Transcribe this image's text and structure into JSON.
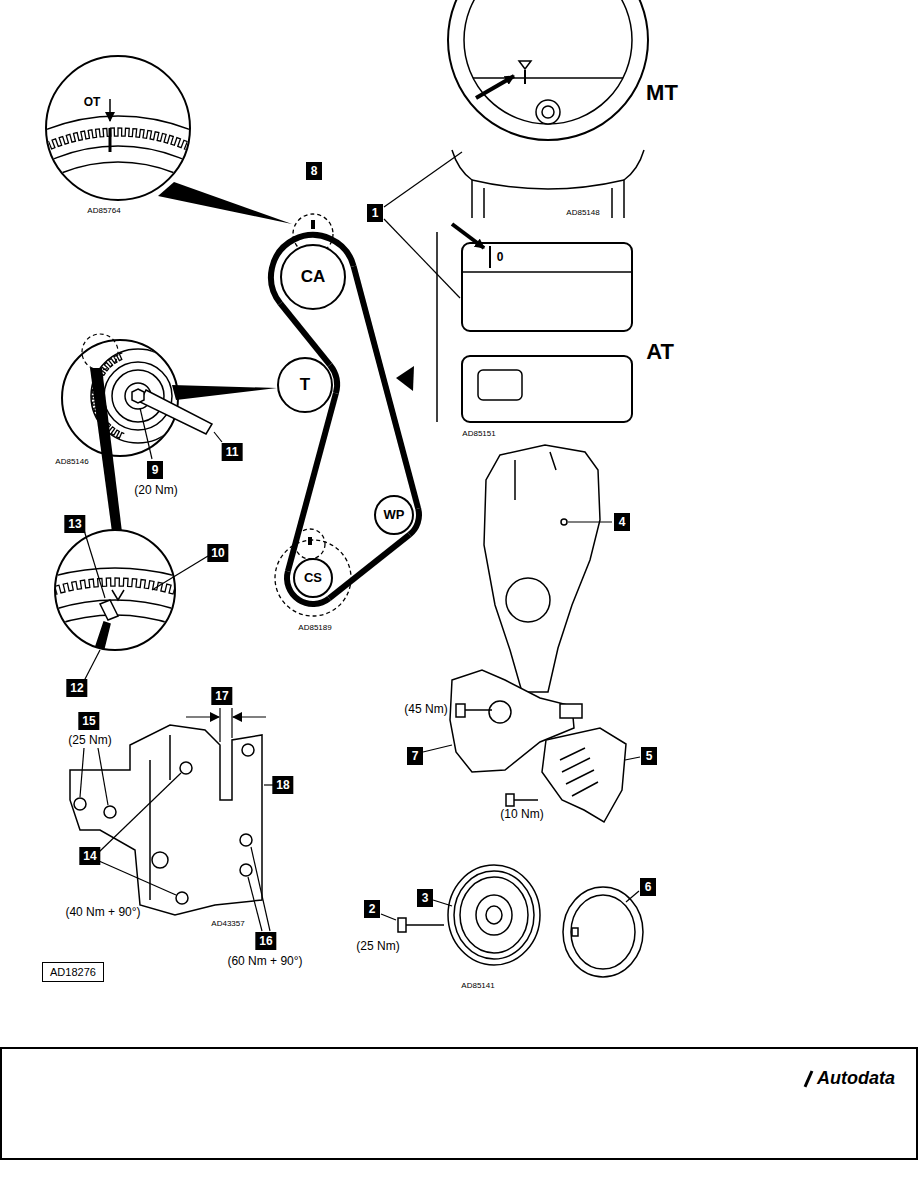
{
  "diagram": {
    "nodes": [
      {
        "text": [
          "CA"
        ]
      },
      {
        "text": [
          "T"
        ]
      },
      {
        "text": [
          "WP"
        ]
      },
      {
        "text": [
          "CS"
        ]
      },
      {
        "text": [
          "AD18276"
        ]
      },
      {
        "text": [
          "Autodata"
        ]
      }
    ],
    "edges": [
      {
        "from": 0,
        "to": 2,
        "arrow": "none"
      },
      {
        "from": 2,
        "to": 3,
        "arrow": "none"
      },
      {
        "from": 3,
        "to": 1,
        "arrow": "none"
      },
      {
        "from": 1,
        "to": 0,
        "arrow": "none"
      }
    ],
    "labels": [
      "AD85764",
      "OT",
      "8",
      "MT",
      "1",
      "AD85148",
      "0",
      "AT",
      "AD85151",
      "AD85146",
      "11",
      "9",
      "(20 Nm)",
      "4",
      "13",
      "10",
      "AD85189",
      "12",
      "17",
      "(45 Nm)",
      "15",
      "(25 Nm)",
      "7",
      "5",
      "18",
      "(10 Nm)",
      "14",
      "6",
      "3",
      "2",
      "(40 Nm + 90°)",
      "AD43357",
      "16",
      "(25 Nm)",
      "(60 Nm + 90°)",
      "AD85141"
    ]
  }
}
